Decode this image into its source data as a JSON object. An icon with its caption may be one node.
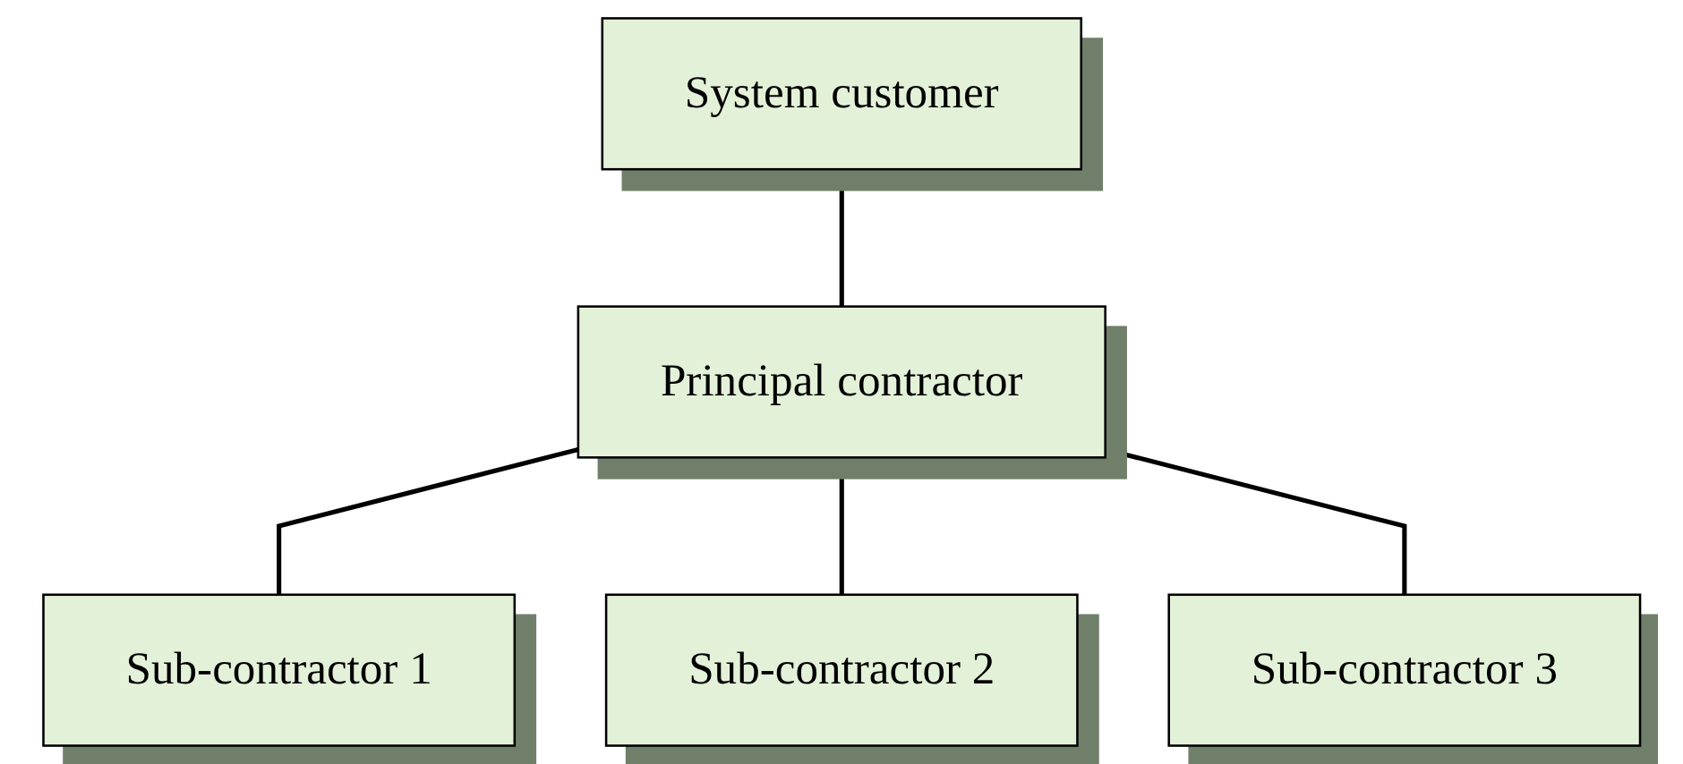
{
  "diagram": {
    "nodes": [
      {
        "text": [
          "System customer"
        ]
      },
      {
        "text": [
          "Principal contractor"
        ]
      },
      {
        "text": [
          "Sub-contractor 1"
        ]
      },
      {
        "text": [
          "Sub-contractor 2"
        ]
      },
      {
        "text": [
          "Sub-contractor 3"
        ]
      }
    ],
    "edges": [
      {
        "from": 0,
        "to": 1,
        "arrow": "none"
      },
      {
        "from": 1,
        "to": 2,
        "arrow": "none"
      },
      {
        "from": 1,
        "to": 3,
        "arrow": "none"
      },
      {
        "from": 1,
        "to": 4,
        "arrow": "none"
      }
    ]
  }
}
